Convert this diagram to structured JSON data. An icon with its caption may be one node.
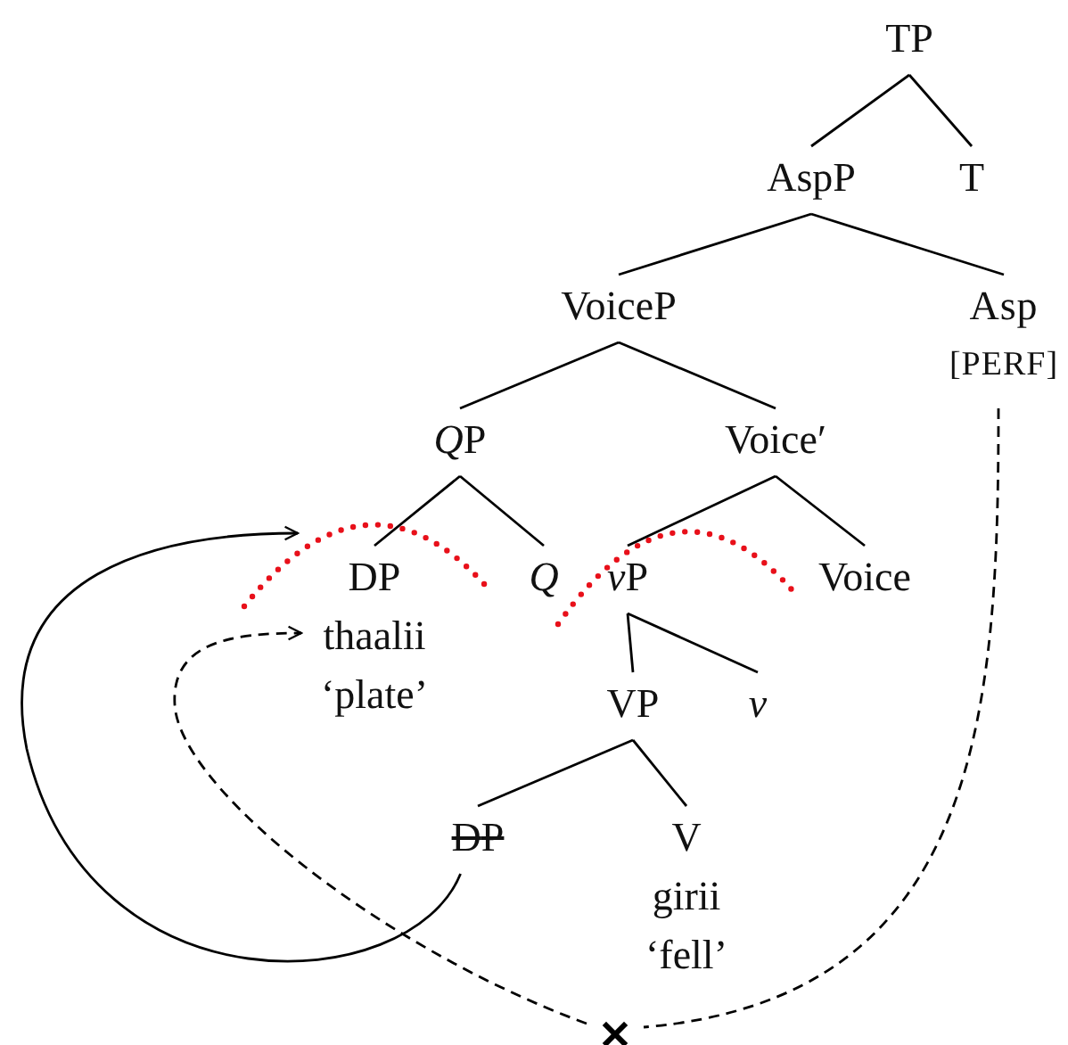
{
  "diagram": {
    "nodes": [
      {
        "text": [
          "TP"
        ]
      },
      {
        "text": [
          "AspP"
        ]
      },
      {
        "text": [
          "T"
        ]
      },
      {
        "text": [
          "VoiceP"
        ]
      },
      {
        "text": [
          "Asp",
          "[PERF]"
        ]
      },
      {
        "text": [
          "QP"
        ]
      },
      {
        "text": [
          "Voice′"
        ]
      },
      {
        "text": [
          "DP",
          "thaalii",
          "‘plate’"
        ]
      },
      {
        "text": [
          "Q"
        ]
      },
      {
        "text": [
          "vP"
        ]
      },
      {
        "text": [
          "Voice"
        ]
      },
      {
        "text": [
          "VP"
        ]
      },
      {
        "text": [
          "v"
        ]
      },
      {
        "text": [
          "DP"
        ]
      },
      {
        "text": [
          "V",
          "girii",
          "‘fell’"
        ]
      },
      {
        "text": [],
        "shape": "cross"
      }
    ],
    "edges": [
      {
        "from": 0,
        "to": 1,
        "arrow": "none"
      },
      {
        "from": 0,
        "to": 2,
        "arrow": "none"
      },
      {
        "from": 1,
        "to": 3,
        "arrow": "none"
      },
      {
        "from": 1,
        "to": 4,
        "arrow": "none"
      },
      {
        "from": 3,
        "to": 5,
        "arrow": "none"
      },
      {
        "from": 3,
        "to": 6,
        "arrow": "none"
      },
      {
        "from": 5,
        "to": 7,
        "arrow": "none"
      },
      {
        "from": 5,
        "to": 8,
        "arrow": "none"
      },
      {
        "from": 6,
        "to": 9,
        "arrow": "none"
      },
      {
        "from": 6,
        "to": 10,
        "arrow": "none"
      },
      {
        "from": 9,
        "to": 11,
        "arrow": "none"
      },
      {
        "from": 9,
        "to": 12,
        "arrow": "none"
      },
      {
        "from": 11,
        "to": 13,
        "arrow": "none"
      },
      {
        "from": 11,
        "to": 14,
        "arrow": "none"
      },
      {
        "from": 13,
        "to": 7,
        "arrow": "to"
      },
      {
        "from": 4,
        "to": 15,
        "arrow": "none",
        "style": "dashed"
      },
      {
        "from": 15,
        "to": 7,
        "arrow": "to",
        "style": "dashed"
      }
    ]
  }
}
